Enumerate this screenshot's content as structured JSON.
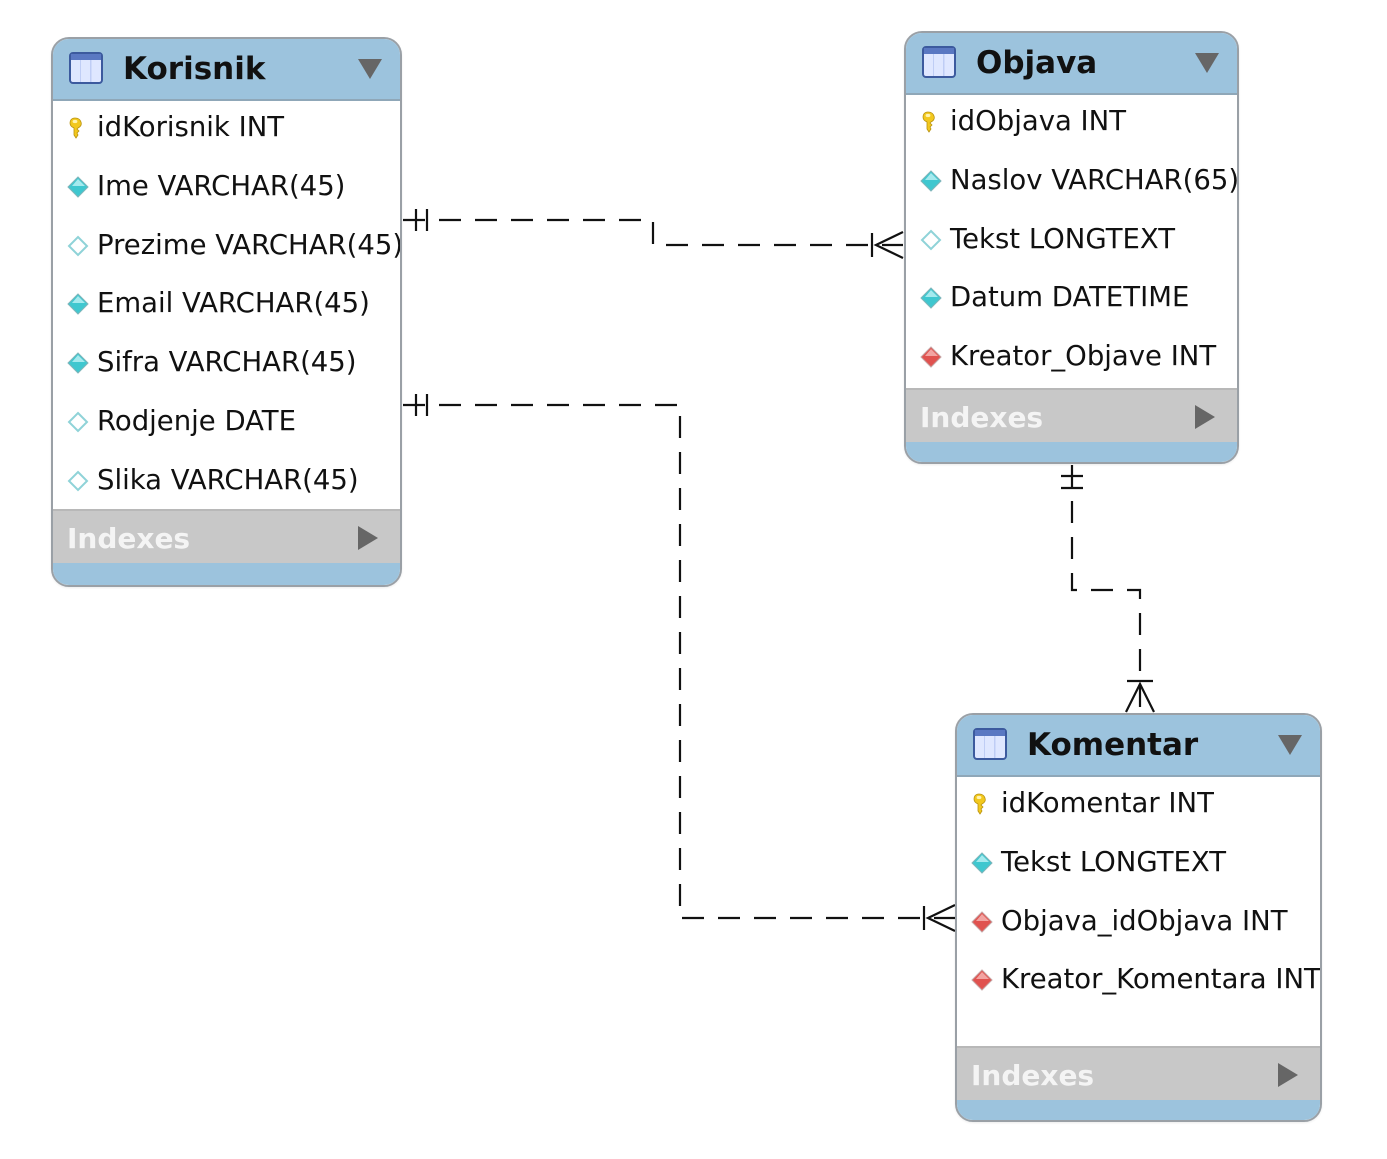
{
  "diagram": {
    "tables": [
      {
        "name": "Korisnik",
        "columns": [
          {
            "label": "idKorisnik INT",
            "icon": "primary-key-icon"
          },
          {
            "label": "Ime VARCHAR(45)",
            "icon": "non-null-column-icon"
          },
          {
            "label": "Prezime VARCHAR(45)",
            "icon": "nullable-column-icon"
          },
          {
            "label": "Email VARCHAR(45)",
            "icon": "non-null-column-icon"
          },
          {
            "label": "Sifra VARCHAR(45)",
            "icon": "non-null-column-icon"
          },
          {
            "label": "Rodjenje DATE",
            "icon": "nullable-column-icon"
          },
          {
            "label": "Slika VARCHAR(45)",
            "icon": "nullable-column-icon"
          }
        ],
        "indexes_label": "Indexes"
      },
      {
        "name": "Objava",
        "columns": [
          {
            "label": "idObjava INT",
            "icon": "primary-key-icon"
          },
          {
            "label": "Naslov VARCHAR(65)",
            "icon": "non-null-column-icon"
          },
          {
            "label": "Tekst LONGTEXT",
            "icon": "nullable-column-icon"
          },
          {
            "label": "Datum DATETIME",
            "icon": "non-null-column-icon"
          },
          {
            "label": "Kreator_Objave INT",
            "icon": "foreign-key-icon"
          }
        ],
        "indexes_label": "Indexes"
      },
      {
        "name": "Komentar",
        "columns": [
          {
            "label": "idKomentar INT",
            "icon": "primary-key-icon"
          },
          {
            "label": "Tekst LONGTEXT",
            "icon": "non-null-column-icon"
          },
          {
            "label": "Objava_idObjava INT",
            "icon": "foreign-key-icon"
          },
          {
            "label": "Kreator_Komentara INT",
            "icon": "foreign-key-icon"
          }
        ],
        "indexes_label": "Indexes"
      }
    ],
    "relationships": [
      {
        "from": "Korisnik",
        "to": "Objava",
        "from_cardinality": "one-and-only-one",
        "to_cardinality": "one-or-many",
        "line_style": "dashed"
      },
      {
        "from": "Korisnik",
        "to": "Komentar",
        "from_cardinality": "one-and-only-one",
        "to_cardinality": "one-or-many",
        "line_style": "dashed"
      },
      {
        "from": "Objava",
        "to": "Komentar",
        "from_cardinality": "one-and-only-one",
        "to_cardinality": "one-or-many",
        "line_style": "dashed"
      }
    ],
    "colors": {
      "header": "#9cc3dd",
      "indexes_bar": "#c8c8c8",
      "primary_key": "#f2c81e",
      "non_null_column": "#3fc7cf",
      "foreign_key": "#e0524f",
      "connector": "#111111"
    }
  }
}
